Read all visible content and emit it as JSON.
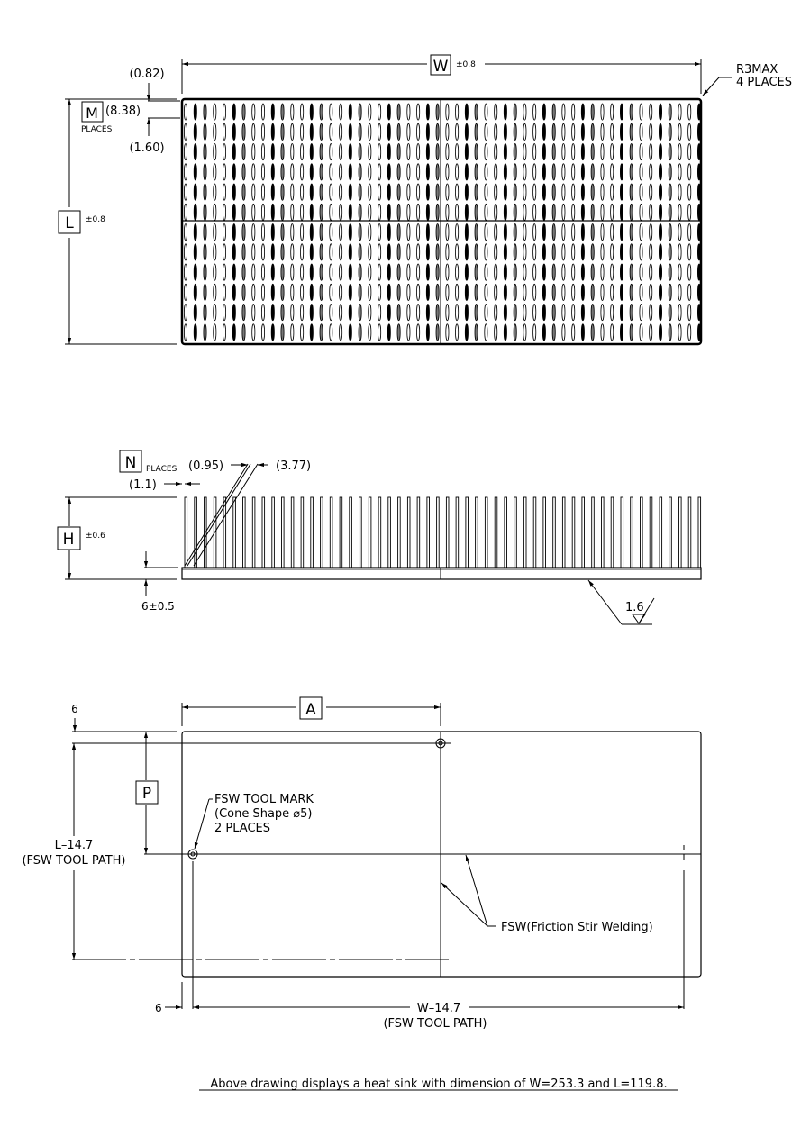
{
  "top_view": {
    "width_label": "W",
    "width_tol": "±0.8",
    "length_label": "L",
    "length_tol": "±0.8",
    "corner_note_1": "R3MAX",
    "corner_note_2": "4 PLACES",
    "pin_label": "M",
    "pin_places": "PLACES",
    "dim_top_gap": "(0.82)",
    "dim_pin_length": "(8.38)",
    "dim_pin_gap": "(1.60)",
    "rows": 12,
    "cols": 54
  },
  "side_view": {
    "fin_label": "N",
    "fin_places": "PLACES",
    "dim_fin_thickness": "(0.95)",
    "dim_fin_pitch": "(3.77)",
    "dim_edge": "(1.1)",
    "height_label": "H",
    "height_tol": "±0.6",
    "base_thickness": "6±0.5",
    "surface_finish": "1.6"
  },
  "bottom_view": {
    "a_label": "A",
    "p_label": "P",
    "offset_top": "6",
    "offset_left": "6",
    "tool_mark_1": "FSW TOOL MARK",
    "tool_mark_2": "(Cone Shape ⌀5)",
    "tool_mark_3": "2 PLACES",
    "l_path_1": "L–14.7",
    "l_path_2": "(FSW TOOL PATH)",
    "w_path_1": "W–14.7",
    "w_path_2": "(FSW TOOL PATH)",
    "fsw_note": "FSW(Friction Stir Welding)"
  },
  "caption": "Above drawing displays a heat sink with dimension of W=253.3 and L=119.8."
}
